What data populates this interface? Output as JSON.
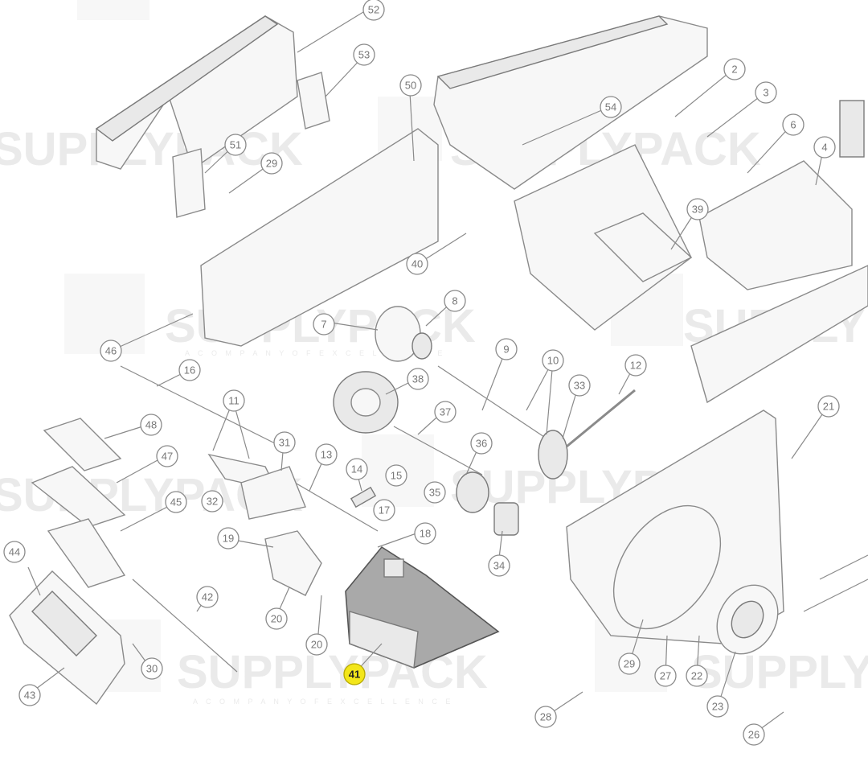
{
  "watermark": {
    "brand": "SUPPLYPACK",
    "tagline": "A  C O M P A N Y  O F  E X C E L L E N C E"
  },
  "callouts": [
    {
      "label": "52"
    },
    {
      "label": "53"
    },
    {
      "label": "50"
    },
    {
      "label": "54"
    },
    {
      "label": "2"
    },
    {
      "label": "3"
    },
    {
      "label": "6"
    },
    {
      "label": "4"
    },
    {
      "label": "51"
    },
    {
      "label": "29"
    },
    {
      "label": "39"
    },
    {
      "label": "40"
    },
    {
      "label": "8"
    },
    {
      "label": "7"
    },
    {
      "label": "9"
    },
    {
      "label": "10"
    },
    {
      "label": "12"
    },
    {
      "label": "16"
    },
    {
      "label": "46"
    },
    {
      "label": "38"
    },
    {
      "label": "33"
    },
    {
      "label": "11"
    },
    {
      "label": "48"
    },
    {
      "label": "37"
    },
    {
      "label": "21"
    },
    {
      "label": "31"
    },
    {
      "label": "13"
    },
    {
      "label": "36"
    },
    {
      "label": "47"
    },
    {
      "label": "14"
    },
    {
      "label": "15"
    },
    {
      "label": "35"
    },
    {
      "label": "32"
    },
    {
      "label": "17"
    },
    {
      "label": "45"
    },
    {
      "label": "18"
    },
    {
      "label": "19"
    },
    {
      "label": "34"
    },
    {
      "label": "44"
    },
    {
      "label": "42"
    },
    {
      "label": "20"
    },
    {
      "label": "20"
    },
    {
      "label": "30"
    },
    {
      "label": "43"
    },
    {
      "label": "41"
    },
    {
      "label": "29"
    },
    {
      "label": "27"
    },
    {
      "label": "22"
    },
    {
      "label": "23"
    },
    {
      "label": "28"
    },
    {
      "label": "26"
    }
  ],
  "highlighted_part": "41"
}
